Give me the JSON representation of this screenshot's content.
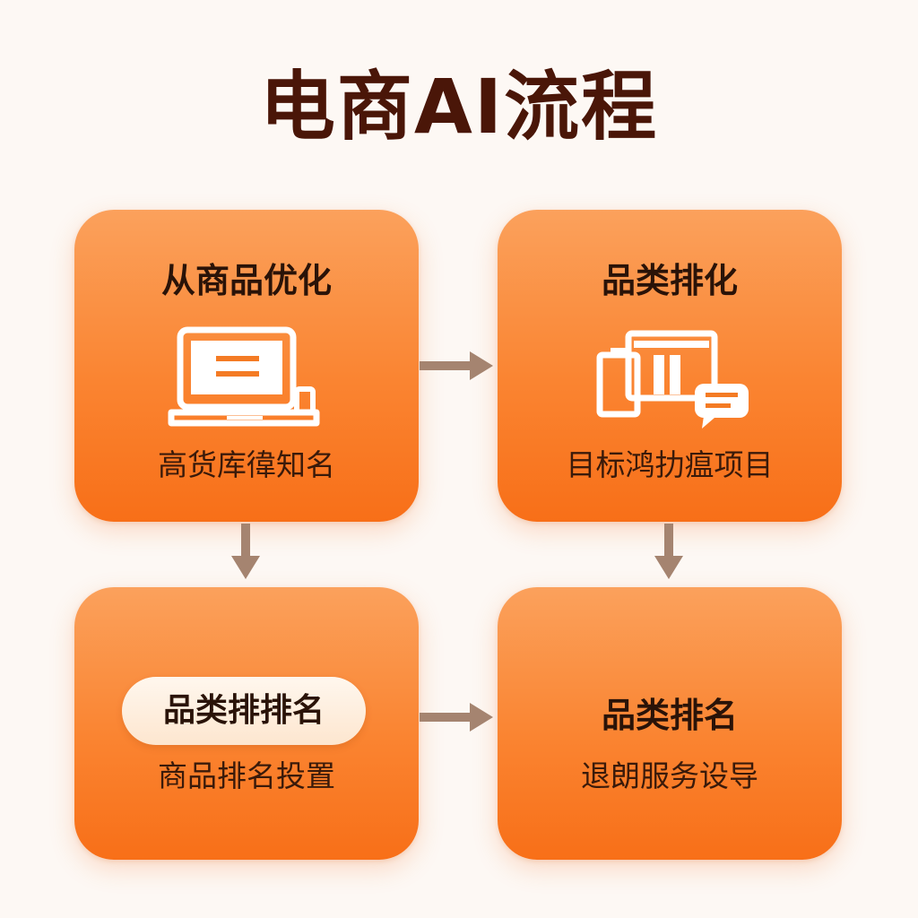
{
  "title": "电商AI流程",
  "cards": [
    {
      "title": "从商品优化",
      "subtitle": "高货库徫知名",
      "icon": "laptop-icon"
    },
    {
      "title": "品类排化",
      "subtitle": "目标鸿扐瘟项目",
      "icon": "devices-chat-icon"
    },
    {
      "title": "品类排排名",
      "subtitle": "商品排名投置"
    },
    {
      "title": "品类排名",
      "subtitle": "退朗服务设导"
    }
  ],
  "colors": {
    "title": "#4a1608",
    "card_top": "#fba15c",
    "card_bottom": "#f86f18",
    "arrow": "#a58470",
    "background": "#fdf8f4"
  }
}
